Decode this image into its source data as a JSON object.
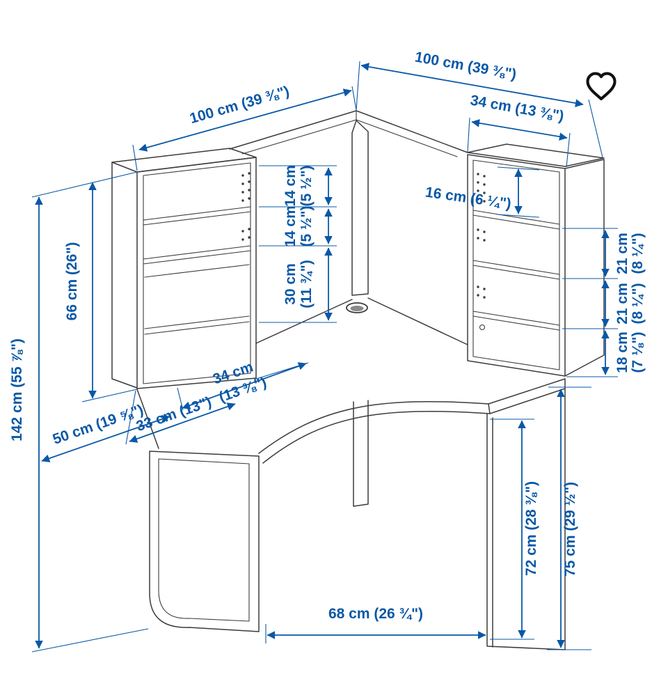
{
  "page": {
    "background_color": "#ffffff"
  },
  "colors": {
    "dimension_blue": "#0958a7",
    "line_art": "#3b3b3b",
    "heart_outline": "#111111"
  },
  "icons": {
    "favorite": "heart-outline-icon"
  },
  "diagram": {
    "type": "product-dimension-diagram",
    "subject": "corner desk with add-on shelf units",
    "dimensions": {
      "top_width_left": {
        "label": "100 cm (39 ⅜\")"
      },
      "top_width_right": {
        "label": "100 cm (39 ⅜\")"
      },
      "hutch_top_depth": {
        "label": "34 cm (13 ⅜\")"
      },
      "right_top_compartment": {
        "label": "16 cm (6 ¼\")"
      },
      "right_compartment_1": {
        "line1": "21 cm",
        "line2": "(8 ¼\")"
      },
      "right_compartment_2": {
        "line1": "21 cm",
        "line2": "(8 ¼\")"
      },
      "right_bottom_compartment": {
        "line1": "18 cm",
        "line2": "(7 ⅛\")"
      },
      "left_compartment_1": {
        "line1": "14 cm",
        "line2": "(5 ½\")"
      },
      "left_compartment_2": {
        "line1": "14 cm",
        "line2": "(5 ½\")"
      },
      "left_bottom_compartment": {
        "line1": "30 cm",
        "line2": "(11 ¾\")"
      },
      "hutch_height": {
        "label": "66 cm (26\")"
      },
      "total_height": {
        "label": "142 cm (55 ⅞\")"
      },
      "left_unit_depth": {
        "line1": "34 cm",
        "line2": "(13 ⅜\")"
      },
      "shelf_width": {
        "label": "33 cm (13\")"
      },
      "side_depth": {
        "label": "50 cm (19 ⅝\")"
      },
      "front_width": {
        "label": "68 cm (26 ¾\")"
      },
      "under_desk_height": {
        "label": "72 cm (28 ⅜\")"
      },
      "desk_height": {
        "label": "75 cm (29 ½\")"
      }
    }
  }
}
